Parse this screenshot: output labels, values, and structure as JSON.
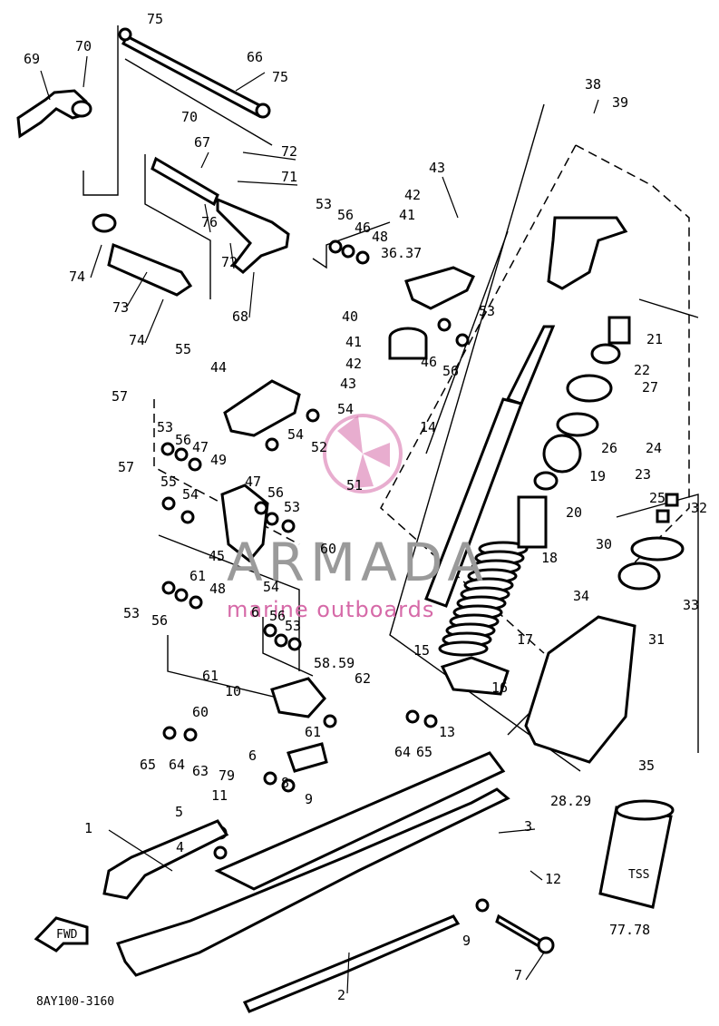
{
  "diagram": {
    "code": "8AY100-3160",
    "fwd_label": "FWD",
    "watermark": {
      "title": "ARMADA",
      "subtitle": "marine outboards"
    },
    "label_28_29": "28.29",
    "label_77_78": "77.78",
    "label_58_59": "58.59",
    "label_36_37": "36.37",
    "cylinder_text": "TSS",
    "labels": [
      "75",
      "70",
      "69",
      "66",
      "75",
      "70",
      "67",
      "72",
      "71",
      "76",
      "72",
      "74",
      "73",
      "74",
      "68",
      "38",
      "39",
      "43",
      "42",
      "41",
      "53",
      "56",
      "46",
      "48",
      "53",
      "40",
      "41",
      "42",
      "43",
      "46",
      "56",
      "14",
      "44",
      "55",
      "57",
      "54",
      "54",
      "52",
      "51",
      "53",
      "56",
      "47",
      "49",
      "57",
      "55",
      "54",
      "47",
      "56",
      "53",
      "45",
      "60",
      "54",
      "53",
      "61",
      "56",
      "48",
      "6",
      "56",
      "53",
      "61",
      "10",
      "60",
      "62",
      "65",
      "64",
      "63",
      "61",
      "6",
      "79",
      "8",
      "9",
      "11",
      "5",
      "4",
      "1",
      "64",
      "65",
      "13",
      "3",
      "12",
      "9",
      "7",
      "2",
      "21",
      "22",
      "27",
      "26",
      "19",
      "20",
      "18",
      "17",
      "16",
      "15",
      "24",
      "23",
      "25",
      "32",
      "30",
      "34",
      "31",
      "33",
      "35"
    ]
  },
  "colors": {
    "ink": "#000000",
    "watermark_gray": "#9a9a9a",
    "watermark_pink": "#d66aa8"
  }
}
